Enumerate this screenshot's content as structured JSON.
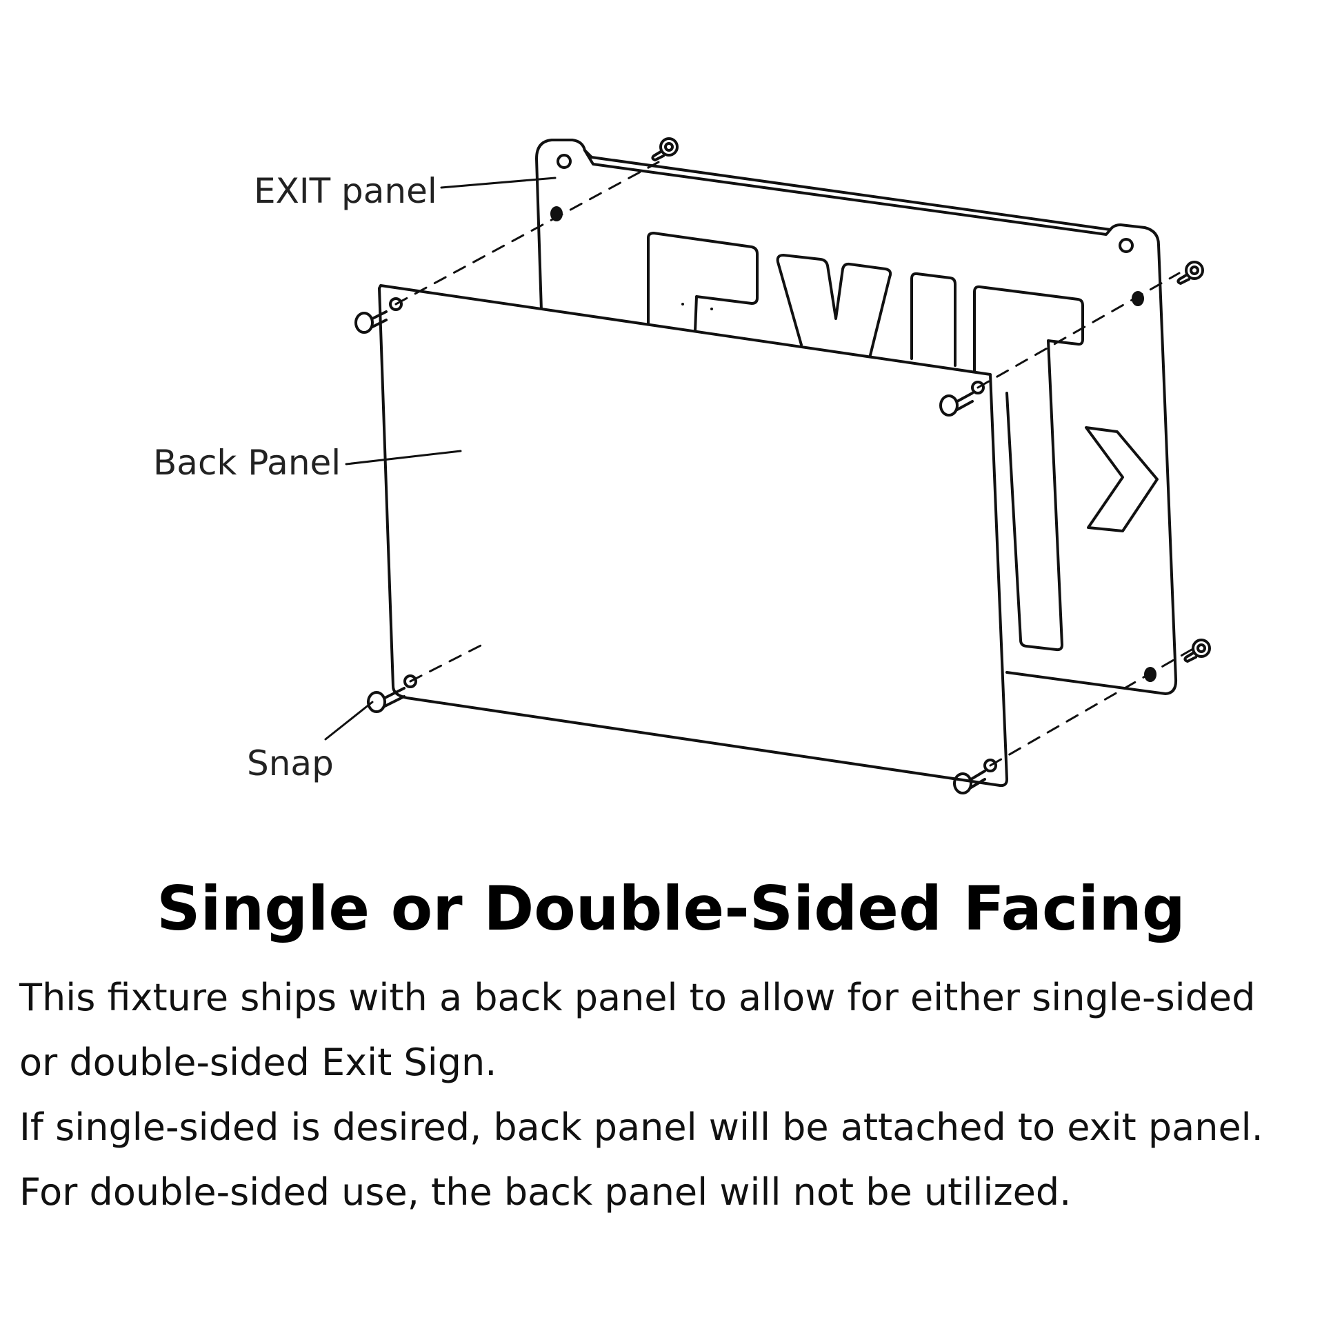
{
  "diagram": {
    "labels": {
      "exit_panel": "EXIT panel",
      "back_panel": "Back Panel",
      "snap": "Snap"
    },
    "sign_text": "EXIT"
  },
  "heading": "Single or Double-Sided Facing",
  "body": {
    "line1": "This fixture ships with a back panel to allow for either single-sided",
    "line2": "or double-sided Exit Sign.",
    "line3": "If single-sided is desired, back panel will be attached to exit panel.",
    "line4": "For double-sided use, the back panel will not be utilized."
  },
  "colors": {
    "stroke": "#111111",
    "background": "#ffffff"
  }
}
